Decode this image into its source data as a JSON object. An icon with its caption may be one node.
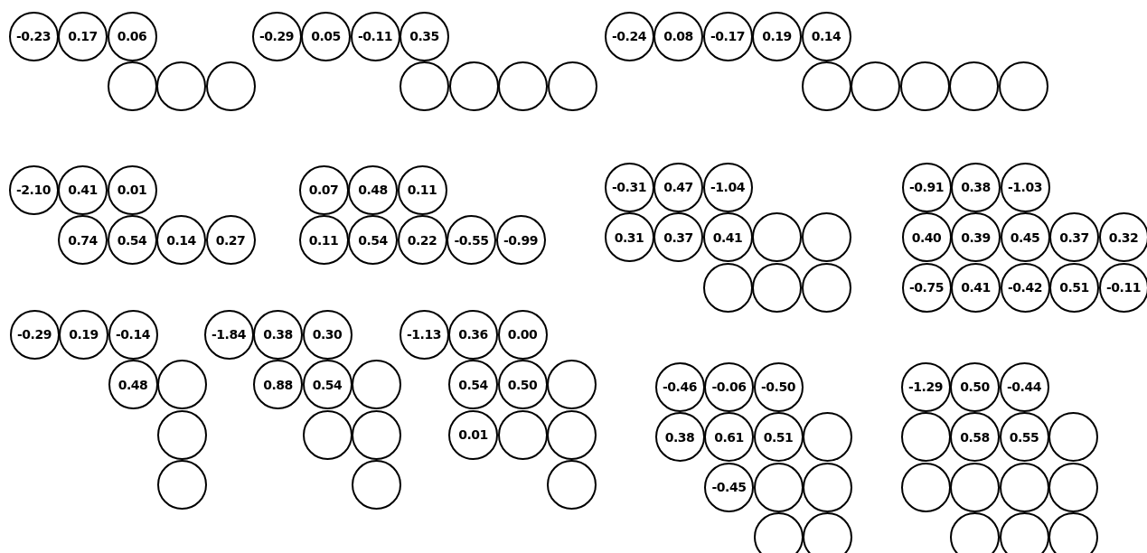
{
  "diagram": {
    "nodes": [
      {
        "text": [
          "-0.23"
        ]
      },
      {
        "text": [
          "0.17"
        ]
      },
      {
        "text": [
          "0.06"
        ]
      },
      {
        "text": [],
        "shape": "circle"
      },
      {
        "text": [],
        "shape": "circle"
      },
      {
        "text": [],
        "shape": "circle"
      },
      {
        "text": [
          "-0.29"
        ]
      },
      {
        "text": [
          "0.05"
        ]
      },
      {
        "text": [
          "-0.11"
        ]
      },
      {
        "text": [
          "0.35"
        ]
      },
      {
        "text": [],
        "shape": "circle"
      },
      {
        "text": [],
        "shape": "circle"
      },
      {
        "text": [],
        "shape": "circle"
      },
      {
        "text": [],
        "shape": "circle"
      },
      {
        "text": [
          "-0.24"
        ]
      },
      {
        "text": [
          "0.08"
        ]
      },
      {
        "text": [
          "-0.17"
        ]
      },
      {
        "text": [
          "0.19"
        ]
      },
      {
        "text": [
          "0.14"
        ]
      },
      {
        "text": [],
        "shape": "circle"
      },
      {
        "text": [],
        "shape": "circle"
      },
      {
        "text": [],
        "shape": "circle"
      },
      {
        "text": [],
        "shape": "circle"
      },
      {
        "text": [],
        "shape": "circle"
      },
      {
        "text": [
          "-2.10"
        ]
      },
      {
        "text": [
          "0.41"
        ]
      },
      {
        "text": [
          "0.01"
        ]
      },
      {
        "text": [
          "0.74"
        ]
      },
      {
        "text": [
          "0.54"
        ]
      },
      {
        "text": [
          "0.14"
        ]
      },
      {
        "text": [
          "0.27"
        ]
      },
      {
        "text": [
          "0.07"
        ]
      },
      {
        "text": [
          "0.48"
        ]
      },
      {
        "text": [
          "0.11"
        ]
      },
      {
        "text": [
          "0.11"
        ]
      },
      {
        "text": [
          "0.54"
        ]
      },
      {
        "text": [
          "0.22"
        ]
      },
      {
        "text": [
          "-0.55"
        ]
      },
      {
        "text": [
          "-0.99"
        ]
      },
      {
        "text": [
          "-0.31"
        ]
      },
      {
        "text": [
          "0.47"
        ]
      },
      {
        "text": [
          "-1.04"
        ]
      },
      {
        "text": [
          "0.31"
        ]
      },
      {
        "text": [
          "0.37"
        ]
      },
      {
        "text": [
          "0.41"
        ]
      },
      {
        "text": [],
        "shape": "circle"
      },
      {
        "text": [],
        "shape": "circle"
      },
      {
        "text": [],
        "shape": "circle"
      },
      {
        "text": [],
        "shape": "circle"
      },
      {
        "text": [],
        "shape": "circle"
      },
      {
        "text": [
          "-0.91"
        ]
      },
      {
        "text": [
          "0.38"
        ]
      },
      {
        "text": [
          "-1.03"
        ]
      },
      {
        "text": [
          "0.40"
        ]
      },
      {
        "text": [
          "0.39"
        ]
      },
      {
        "text": [
          "0.45"
        ]
      },
      {
        "text": [
          "0.37"
        ]
      },
      {
        "text": [
          "0.32"
        ]
      },
      {
        "text": [
          "-0.75"
        ]
      },
      {
        "text": [
          "0.41"
        ]
      },
      {
        "text": [
          "-0.42"
        ]
      },
      {
        "text": [
          "0.51"
        ]
      },
      {
        "text": [
          "-0.11"
        ]
      },
      {
        "text": [
          "-0.29"
        ]
      },
      {
        "text": [
          "0.19"
        ]
      },
      {
        "text": [
          "-0.14"
        ]
      },
      {
        "text": [
          "0.48"
        ]
      },
      {
        "text": [],
        "shape": "circle"
      },
      {
        "text": [],
        "shape": "circle"
      },
      {
        "text": [],
        "shape": "circle"
      },
      {
        "text": [
          "-1.84"
        ]
      },
      {
        "text": [
          "0.38"
        ]
      },
      {
        "text": [
          "0.30"
        ]
      },
      {
        "text": [
          "0.88"
        ]
      },
      {
        "text": [
          "0.54"
        ]
      },
      {
        "text": [],
        "shape": "circle"
      },
      {
        "text": [],
        "shape": "circle"
      },
      {
        "text": [],
        "shape": "circle"
      },
      {
        "text": [],
        "shape": "circle"
      },
      {
        "text": [
          "-1.13"
        ]
      },
      {
        "text": [
          "0.36"
        ]
      },
      {
        "text": [
          "0.00"
        ]
      },
      {
        "text": [
          "0.54"
        ]
      },
      {
        "text": [
          "0.50"
        ]
      },
      {
        "text": [],
        "shape": "circle"
      },
      {
        "text": [
          "0.01"
        ]
      },
      {
        "text": [],
        "shape": "circle"
      },
      {
        "text": [],
        "shape": "circle"
      },
      {
        "text": [],
        "shape": "circle"
      },
      {
        "text": [
          "-0.46"
        ]
      },
      {
        "text": [
          "-0.06"
        ]
      },
      {
        "text": [
          "-0.50"
        ]
      },
      {
        "text": [
          "0.38"
        ]
      },
      {
        "text": [
          "0.61"
        ]
      },
      {
        "text": [
          "0.51"
        ]
      },
      {
        "text": [],
        "shape": "circle"
      },
      {
        "text": [
          "-0.45"
        ]
      },
      {
        "text": [],
        "shape": "circle"
      },
      {
        "text": [],
        "shape": "circle"
      },
      {
        "text": [],
        "shape": "circle"
      },
      {
        "text": [],
        "shape": "circle"
      },
      {
        "text": [
          "-1.29"
        ]
      },
      {
        "text": [
          "0.50"
        ]
      },
      {
        "text": [
          "-0.44"
        ]
      },
      {
        "text": [],
        "shape": "circle"
      },
      {
        "text": [
          "0.58"
        ]
      },
      {
        "text": [
          "0.55"
        ]
      },
      {
        "text": [],
        "shape": "circle"
      },
      {
        "text": [],
        "shape": "circle"
      },
      {
        "text": [],
        "shape": "circle"
      },
      {
        "text": [],
        "shape": "circle"
      },
      {
        "text": [],
        "shape": "circle"
      },
      {
        "text": [],
        "shape": "circle"
      },
      {
        "text": [],
        "shape": "circle"
      },
      {
        "text": [],
        "shape": "circle"
      }
    ]
  }
}
